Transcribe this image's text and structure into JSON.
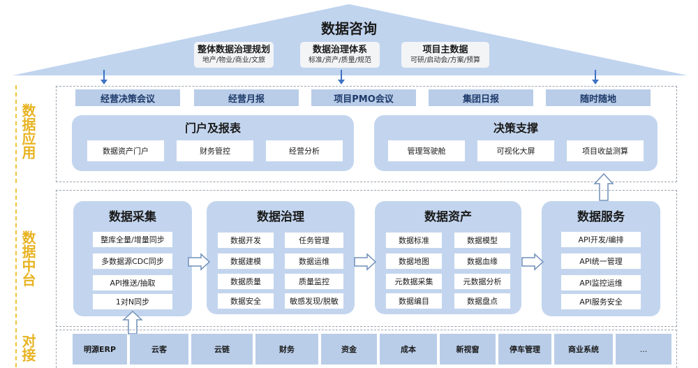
{
  "roof": {
    "title": "数据咨询",
    "cards": [
      {
        "title": "整体数据治理规划",
        "sub": "地产/物业/商业/文旅"
      },
      {
        "title": "数据治理体系",
        "sub": "标准/资产/质量/规范"
      },
      {
        "title": "项目主数据",
        "sub": "可研/启动会/方案/预算"
      }
    ]
  },
  "side_labels": {
    "application": "数据应用",
    "middle": "数据中台",
    "docking": "对接"
  },
  "tabs": [
    "经营决策会议",
    "经营月报",
    "项目PMO会议",
    "集团日报",
    "随时随地"
  ],
  "portal": {
    "title": "门户及报表",
    "items": [
      "数据资产门户",
      "财务管控",
      "经营分析"
    ]
  },
  "decision": {
    "title": "决策支撑",
    "items": [
      "管理驾驶舱",
      "可视化大屏",
      "项目收益测算"
    ]
  },
  "collect": {
    "title": "数据采集",
    "items": [
      "整库全量/增量同步",
      "多数据源CDC同步",
      "API推送/抽取",
      "1对N同步"
    ]
  },
  "govern": {
    "title": "数据治理",
    "items": [
      "数据开发",
      "任务管理",
      "数据建模",
      "数据运维",
      "数据质量",
      "质量监控",
      "数据安全",
      "敏感发现/脱敏"
    ]
  },
  "assets": {
    "title": "数据资产",
    "items": [
      "数据标准",
      "数据模型",
      "数据地图",
      "数据血缘",
      "元数据采集",
      "元数据分析",
      "数据编目",
      "数据盘点"
    ]
  },
  "service": {
    "title": "数据服务",
    "items": [
      "API开发/编排",
      "API统一管理",
      "API监控运维",
      "API服务安全"
    ]
  },
  "systems": [
    "明源ERP",
    "云客",
    "云链",
    "财务",
    "资金",
    "成本",
    "新视窗",
    "停车管理",
    "商业系统",
    "..."
  ],
  "colors": {
    "roof": "#c0d4ee",
    "panel": "#c3d5ee",
    "tab": "#b9cde8",
    "side_label": "#e8b322",
    "arrow_blue": "#3d72c4"
  }
}
